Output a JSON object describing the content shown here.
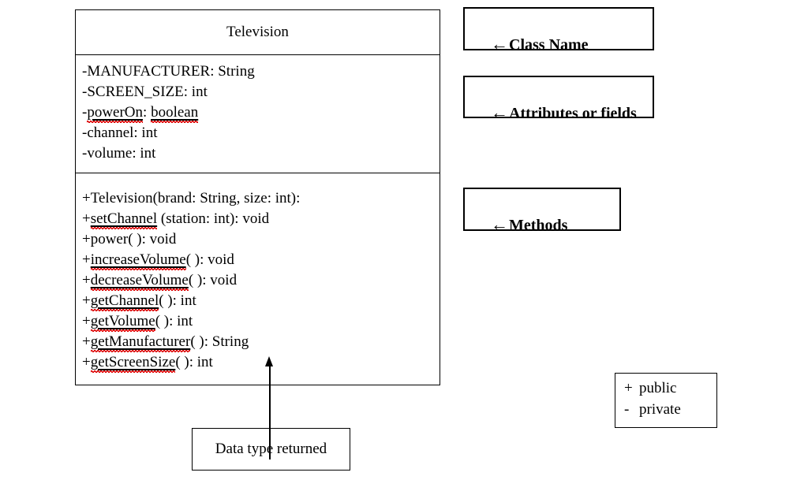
{
  "colors": {
    "ink": "#000000",
    "background": "#ffffff",
    "spellcheck_squiggle": "#dd0000"
  },
  "class_diagram": {
    "title": "Television",
    "attributes": [
      [
        {
          "t": "-MANUFACTURER: String"
        }
      ],
      [
        {
          "t": "-SCREEN_SIZE: int"
        }
      ],
      [
        {
          "t": "-"
        },
        {
          "t": "powerOn",
          "f": true
        },
        {
          "t": ": "
        },
        {
          "t": "boolean",
          "f": true
        }
      ],
      [
        {
          "t": "-channel: int"
        }
      ],
      [
        {
          "t": "-volume: int"
        }
      ]
    ],
    "methods": [
      [
        {
          "t": "+Television(brand: String, size: int):"
        }
      ],
      [
        {
          "t": "+"
        },
        {
          "t": "setChannel",
          "f": true
        },
        {
          "t": " (station: int): void"
        }
      ],
      [
        {
          "t": "+power( ): void"
        }
      ],
      [
        {
          "t": "+"
        },
        {
          "t": "increaseVolume",
          "f": true
        },
        {
          "t": "( ): void"
        }
      ],
      [
        {
          "t": "+"
        },
        {
          "t": "decreaseVolume",
          "f": true
        },
        {
          "t": "( ): void"
        }
      ],
      [
        {
          "t": "+"
        },
        {
          "t": "getChannel",
          "f": true
        },
        {
          "t": "( ): int"
        }
      ],
      [
        {
          "t": "+"
        },
        {
          "t": "getVolume",
          "f": true
        },
        {
          "t": "( ): int"
        }
      ],
      [
        {
          "t": "+"
        },
        {
          "t": "getManufacturer",
          "f": true
        },
        {
          "t": "( ): String"
        }
      ],
      [
        {
          "t": "+"
        },
        {
          "t": "getScreenSize",
          "f": true
        },
        {
          "t": "( ): int"
        }
      ]
    ]
  },
  "annotations": {
    "class_name": {
      "arrow": "←",
      "label": "Class Name"
    },
    "attributes": {
      "arrow": "←",
      "label": "Attributes or fields"
    },
    "methods": {
      "arrow": "←",
      "label": "Methods"
    }
  },
  "legend": {
    "rows": [
      {
        "symbol": "+",
        "label": "public"
      },
      {
        "symbol": "-",
        "label": "private"
      }
    ]
  },
  "callout": {
    "label": "Data type returned"
  }
}
